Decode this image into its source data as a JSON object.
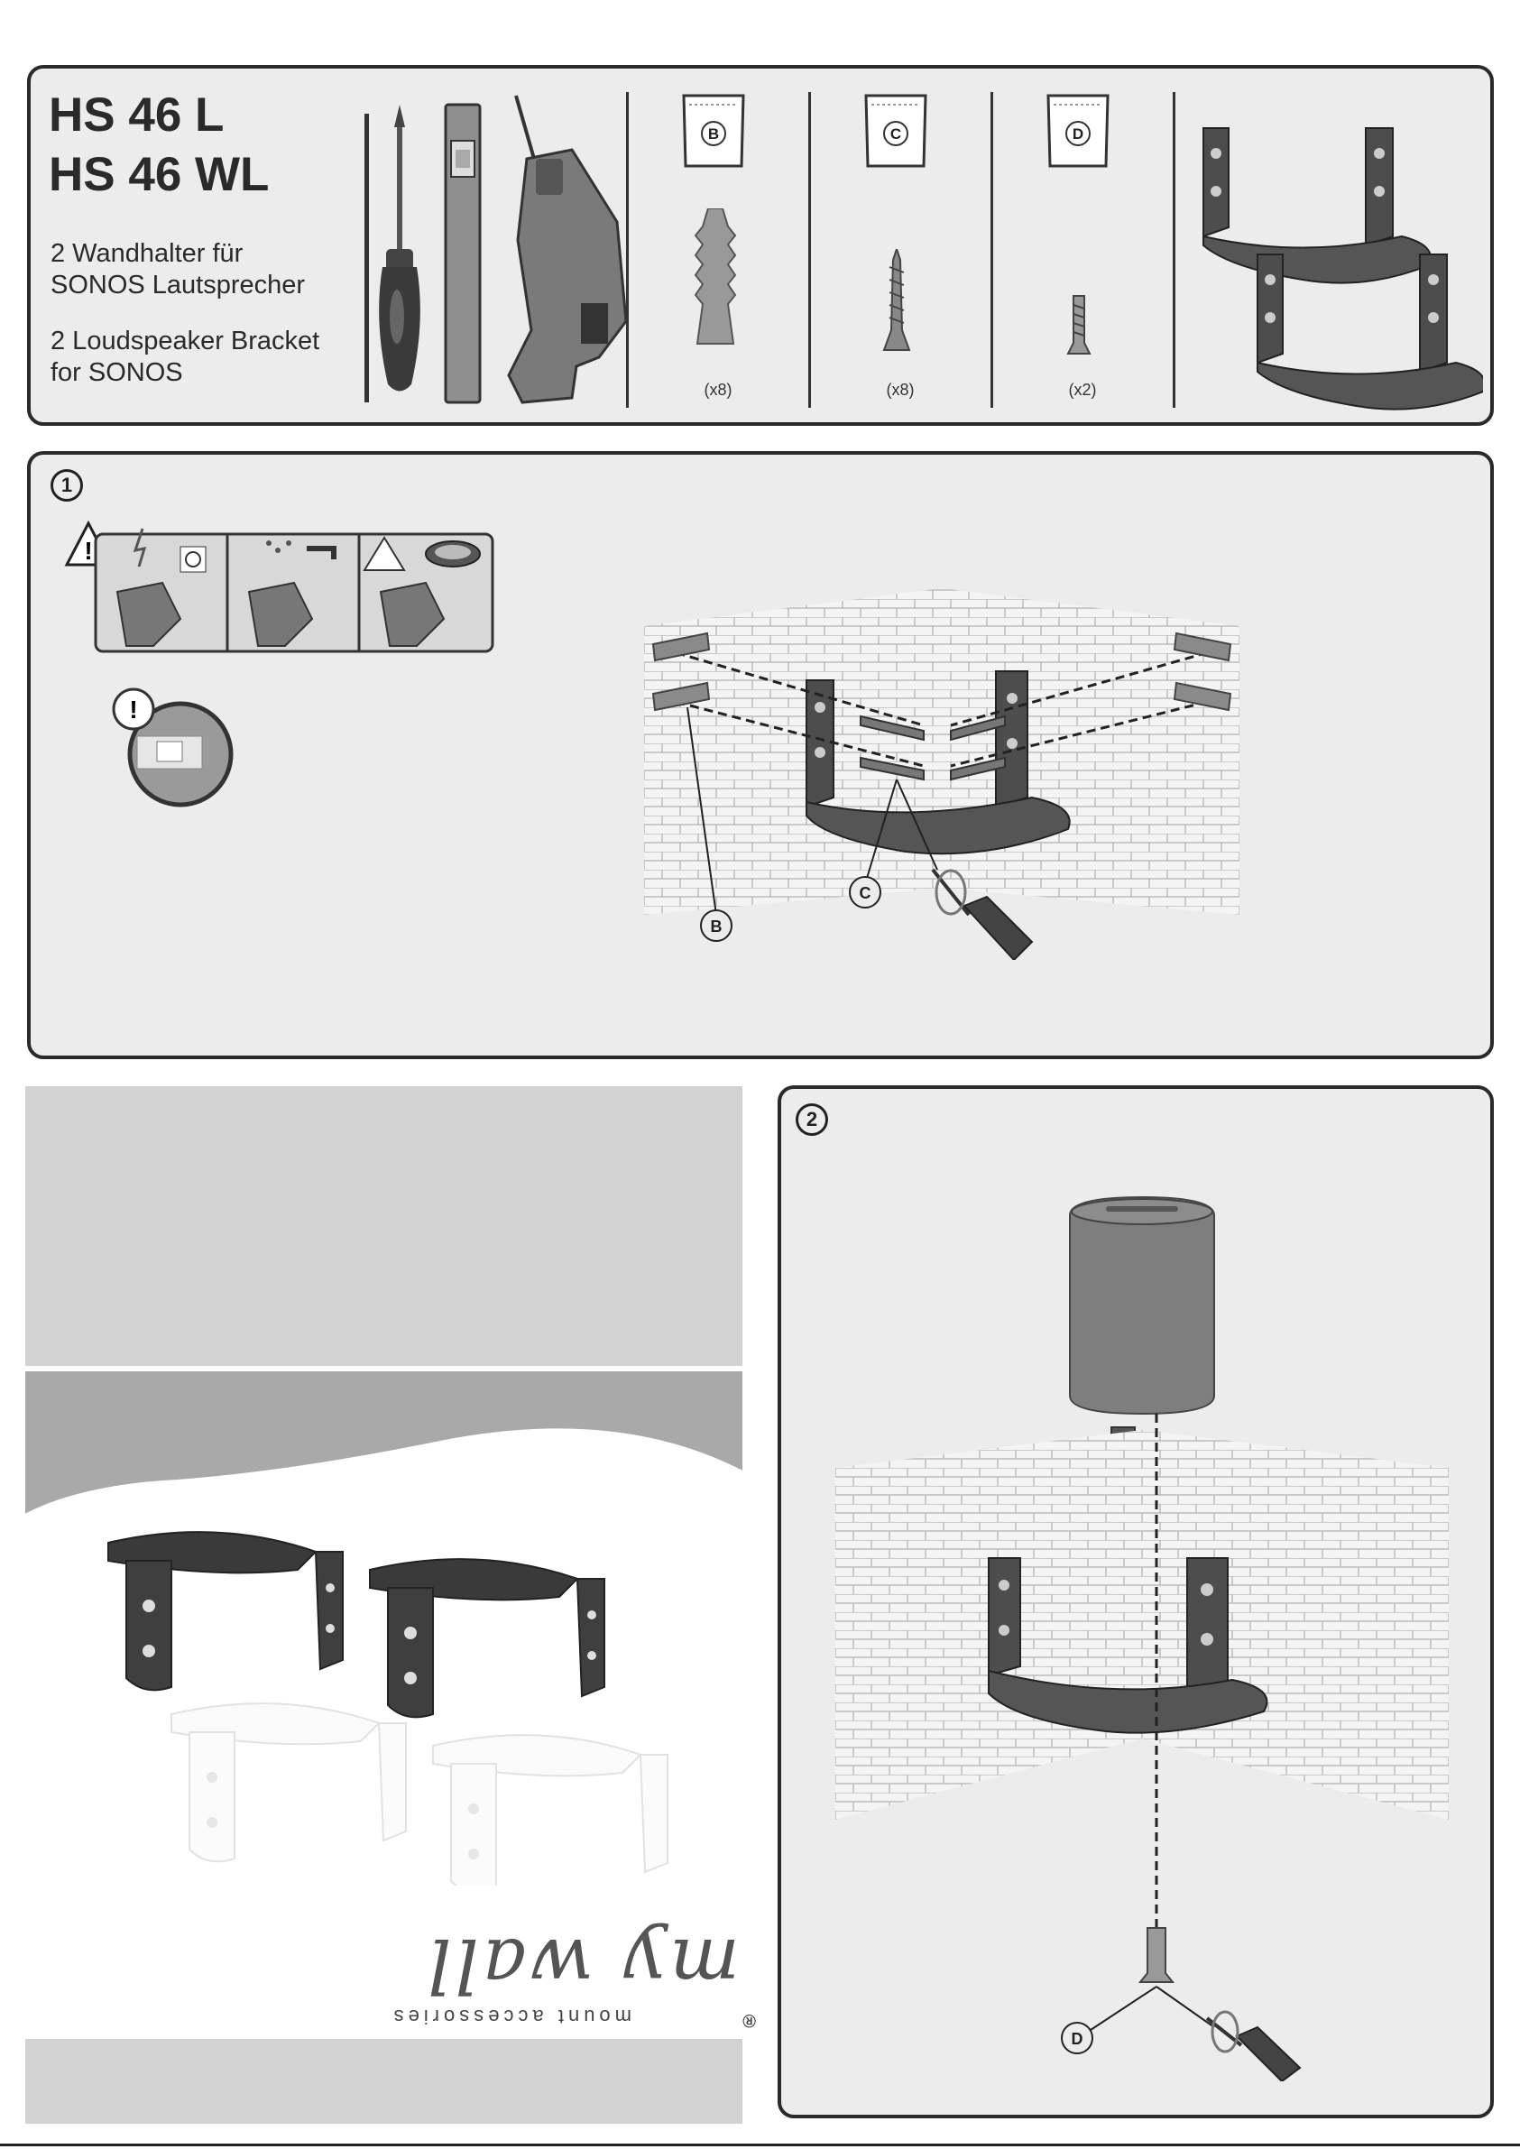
{
  "product": {
    "title_line1": "HS 46 L",
    "title_line2": "HS 46 WL",
    "desc_de_line1": "2 Wandhalter für",
    "desc_de_line2": "SONOS Lautsprecher",
    "desc_en_line1": "2 Loudspeaker Bracket",
    "desc_en_line2": "for SONOS"
  },
  "tools": [
    "screwdriver-icon",
    "spirit-level-icon",
    "drill-icon"
  ],
  "parts": [
    {
      "letter": "B",
      "name": "wall-plug",
      "quantity": "(x8)"
    },
    {
      "letter": "C",
      "name": "wood-screw",
      "quantity": "(x8)"
    },
    {
      "letter": "D",
      "name": "machine-screw",
      "quantity": "(x2)"
    }
  ],
  "step1": {
    "number": "1",
    "warning_icons": [
      "electric-warning-icon",
      "water-pipe-warning-icon",
      "gas-warning-icon"
    ],
    "callouts": [
      "B",
      "C"
    ]
  },
  "step2": {
    "number": "2",
    "callouts": [
      "D"
    ]
  },
  "brand": {
    "logo": "my wall",
    "tagline": "mount accessories",
    "registered": "®"
  },
  "colors": {
    "panel_bg": "#ececec",
    "border": "#2a2a2a",
    "bracket_dark": "#4a4a4a",
    "grey_band": "#d2d2d2"
  }
}
